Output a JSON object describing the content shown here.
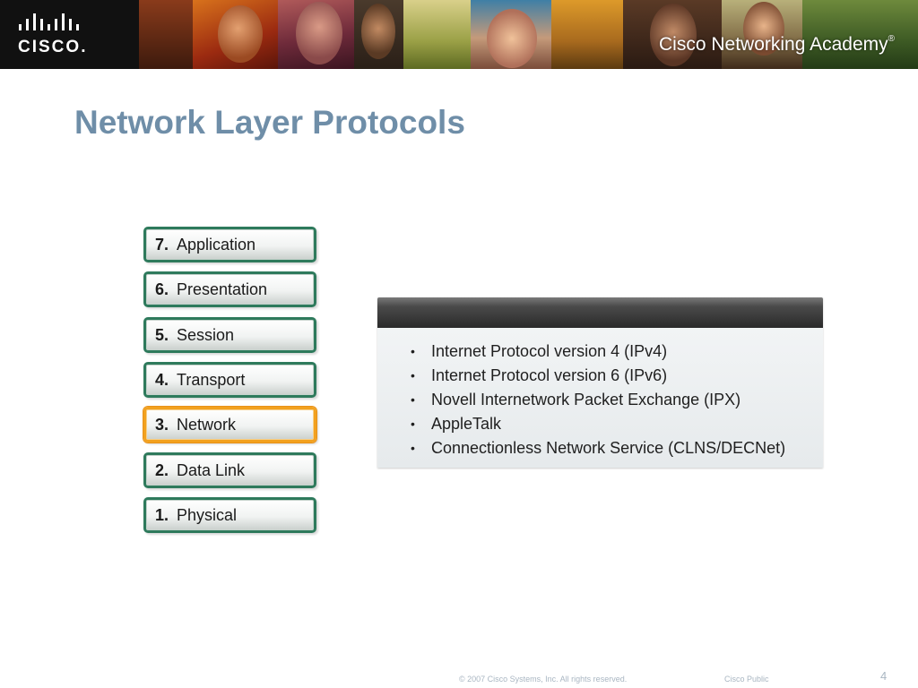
{
  "header": {
    "brand_wordmark": "CISCO",
    "brand_trademark": ".",
    "academy_text_prefix": "Cisco ",
    "academy_text": "Networking Academy",
    "academy_reg": "®",
    "colors": {
      "banner": "#1a1a1a",
      "logo_text": "#ffffff"
    }
  },
  "slide": {
    "title": "Network Layer Protocols",
    "title_color": "#6f8ea8"
  },
  "osi_layers": [
    {
      "number": "7.",
      "name": "Application",
      "selected": false
    },
    {
      "number": "6.",
      "name": "Presentation",
      "selected": false
    },
    {
      "number": "5.",
      "name": "Session",
      "selected": false
    },
    {
      "number": "4.",
      "name": "Transport",
      "selected": false
    },
    {
      "number": "3.",
      "name": "Network",
      "selected": true
    },
    {
      "number": "2.",
      "name": "Data Link",
      "selected": false
    },
    {
      "number": "1.",
      "name": "Physical",
      "selected": false
    }
  ],
  "layer_colors": {
    "border": "#2e7a5c",
    "selected_border": "#f2a11f"
  },
  "protocol_panel": {
    "bullet": "•",
    "items": [
      "Internet Protocol version 4 (IPv4)",
      "Internet Protocol version 6 (IPv6)",
      "Novell Internetwork Packet Exchange (IPX)",
      "AppleTalk",
      "Connectionless Network Service (CLNS/DECNet)"
    ]
  },
  "footer": {
    "copyright": "© 2007 Cisco Systems, Inc. All rights reserved.",
    "classification": "Cisco Public",
    "page_number": "4"
  }
}
